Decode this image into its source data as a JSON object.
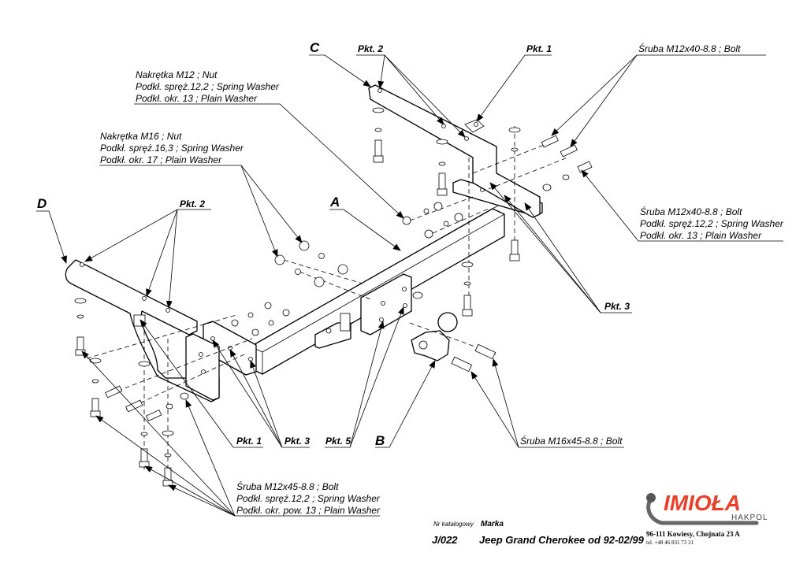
{
  "drawing": {
    "part_labels": {
      "A": "A",
      "B": "B",
      "C": "C",
      "D": "D"
    },
    "points": {
      "pkt1_top": "Pkt. 1",
      "pkt2_top": "Pkt. 2",
      "pkt2_left": "Pkt. 2",
      "pkt3_right": "Pkt. 3",
      "pkt1_bottom": "Pkt. 1",
      "pkt3_bottom": "Pkt. 3",
      "pkt5_bottom": "Pkt. 5"
    },
    "callouts": {
      "nut_m12": [
        "Nakrętka  M12 ; Nut",
        "Podkł. spręż.12,2 ; Spring Washer",
        "Podkł. okr. 13 ; Plain Washer"
      ],
      "nut_m16": [
        "Nakrętka  M16 ; Nut",
        "Podkł. spręż.16,3 ; Spring Washer",
        "Podkł. okr. 17 ; Plain Washer"
      ],
      "bolt_m12x40_top": [
        "Śruba M12x40-8.8 ;  Bolt"
      ],
      "bolt_m12x40_right": [
        "Śruba M12x40-8.8 ;  Bolt",
        "Podkł. spręż.12,2 ; Spring Washer",
        "Podkł. okr. 13 ; Plain Washer"
      ],
      "bolt_m16x45": [
        "Śruba M16x45-8.8 ;  Bolt"
      ],
      "bolt_m12x45": [
        "Śruba M12x45-8.8 ;  Bolt",
        "Podkł. spręż.12,2 ; Spring Washer",
        "Podkł. okr. pow. 13 ; Plain Washer"
      ]
    }
  },
  "title_block": {
    "catalog_label": "Nr katalogowy",
    "brand_label": "Marka",
    "catalog_number": "J/022",
    "vehicle": "Jeep Grand Cherokee",
    "years": "od 92-02/99"
  },
  "company": {
    "logo_text": "IMIOŁA",
    "sub_brand": "HAKPOL",
    "address": "96-111 Kowiesy, Chojnata 23 A",
    "phone": "tel. +48 46 831 73 31",
    "brand_color": "#e8402a"
  }
}
